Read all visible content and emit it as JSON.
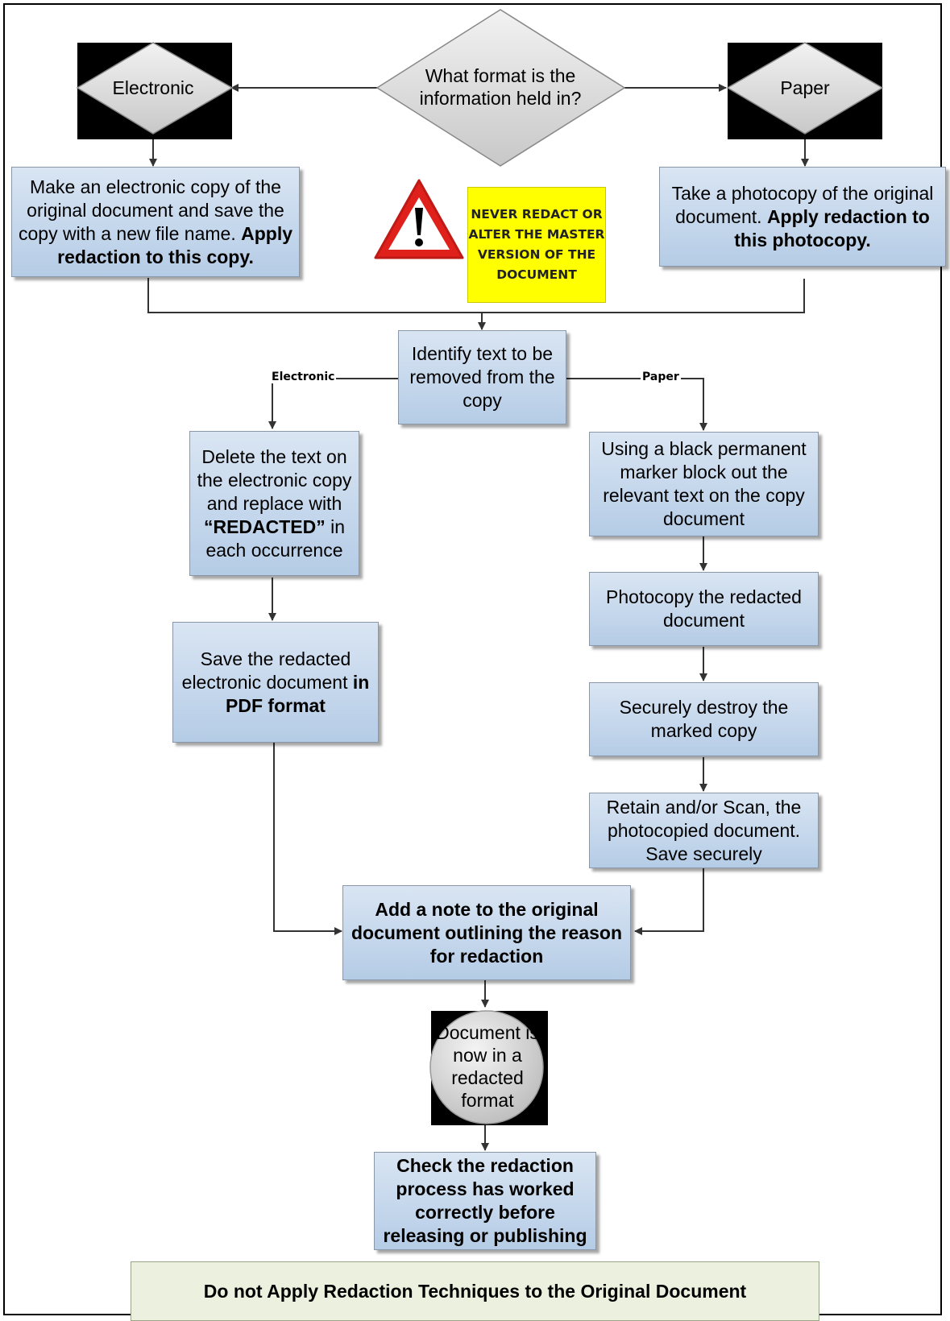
{
  "decision": {
    "label": "What format is the information held in?"
  },
  "branch_electronic": {
    "label": "Electronic"
  },
  "branch_paper": {
    "label": "Paper"
  },
  "electronic_copy": {
    "text": "Make an electronic copy of the original document and save the copy with a new file name.",
    "bold": "Apply redaction to this copy."
  },
  "paper_copy": {
    "text": "Take a photocopy of the original document.",
    "bold": "Apply redaction to this photocopy."
  },
  "warning": {
    "icon": "warning-triangle-icon",
    "note": "NEVER REDACT OR ALTER THE MASTER VERSION OF THE DOCUMENT"
  },
  "identify": {
    "text": "Identify text to be removed from the copy"
  },
  "edge_labels": {
    "electronic": "Electronic",
    "paper": "Paper"
  },
  "delete_text": {
    "text": "Delete the text on the electronic copy and replace with",
    "bold": "“REDACTED”",
    "tail": "in each occurrence"
  },
  "save_pdf": {
    "text": "Save the redacted electronic document",
    "bold": "in PDF format"
  },
  "marker": {
    "text": "Using a black permanent marker block out the relevant text on the copy document"
  },
  "photocopy_redacted": {
    "text": "Photocopy the redacted document"
  },
  "destroy": {
    "text": "Securely destroy the marked copy"
  },
  "retain": {
    "text": "Retain and/or Scan, the photocopied document. Save securely"
  },
  "add_note": {
    "text": "Add a note to the original document outlining the reason for redaction"
  },
  "end_state": {
    "text": "Document is now in a redacted format"
  },
  "check": {
    "text": "Check the redaction process has worked correctly before releasing or publishing"
  },
  "footer": {
    "text": "Do not Apply Redaction Techniques to the Original Document"
  },
  "colors": {
    "box_top": "#d9e5f3",
    "box_bottom": "#b5cce6",
    "note": "#ffff00",
    "footer": "#ebf1de",
    "warning_red": "#e0201b"
  }
}
